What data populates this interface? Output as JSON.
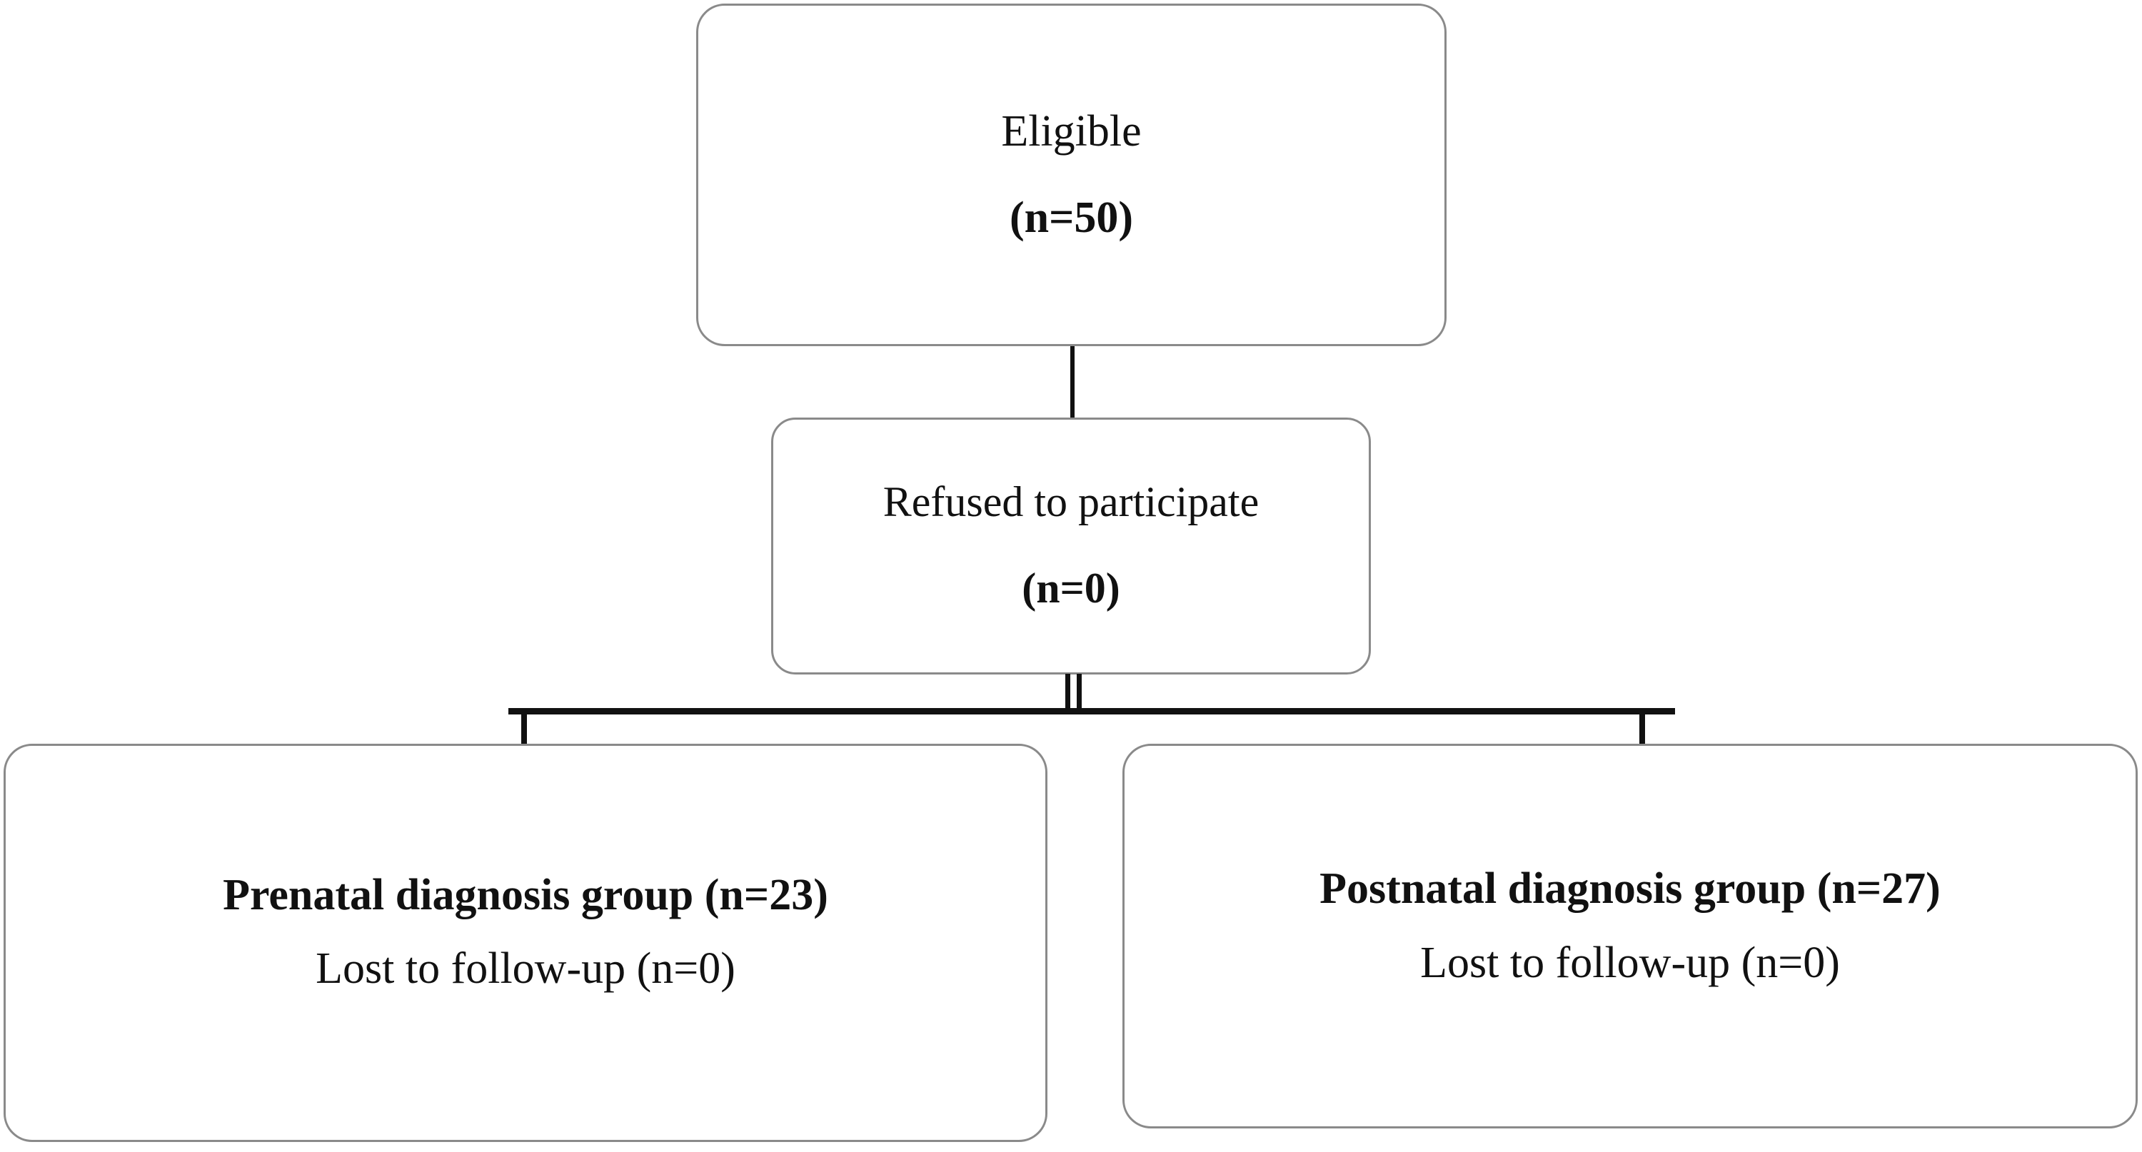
{
  "diagram": {
    "type": "flowchart",
    "title": "Participant enrollment flow diagram",
    "orientation": "top-down",
    "colors": {
      "box_border": "#8a8a8a",
      "connector": "#111111",
      "text": "#111111",
      "background": "#ffffff"
    },
    "nodes": [
      {
        "id": "eligible",
        "lines": [
          {
            "text": "Eligible",
            "weight": "regular"
          },
          {
            "text": "(n=50)",
            "weight": "bold"
          }
        ],
        "count": 50
      },
      {
        "id": "refused",
        "lines": [
          {
            "text": "Refused to participate",
            "weight": "regular"
          },
          {
            "text": "(n=0)",
            "weight": "bold"
          }
        ],
        "count": 0
      },
      {
        "id": "prenatal",
        "lines": [
          {
            "text": "Prenatal diagnosis group (n=23)",
            "weight": "bold"
          },
          {
            "text": "Lost to follow-up (n=0)",
            "weight": "regular"
          }
        ],
        "count": 23,
        "lost_to_followup": 0
      },
      {
        "id": "postnatal",
        "lines": [
          {
            "text": "Postnatal diagnosis group (n=27)",
            "weight": "bold"
          },
          {
            "text": "Lost to follow-up (n=0)",
            "weight": "regular"
          }
        ],
        "count": 27,
        "lost_to_followup": 0
      }
    ],
    "edges": [
      {
        "from": "eligible",
        "to": "refused",
        "style": "single-line"
      },
      {
        "from": "refused",
        "to": "split",
        "style": "double-line"
      },
      {
        "from": "split",
        "to": "prenatal",
        "style": "single-line"
      },
      {
        "from": "split",
        "to": "postnatal",
        "style": "single-line"
      }
    ]
  }
}
